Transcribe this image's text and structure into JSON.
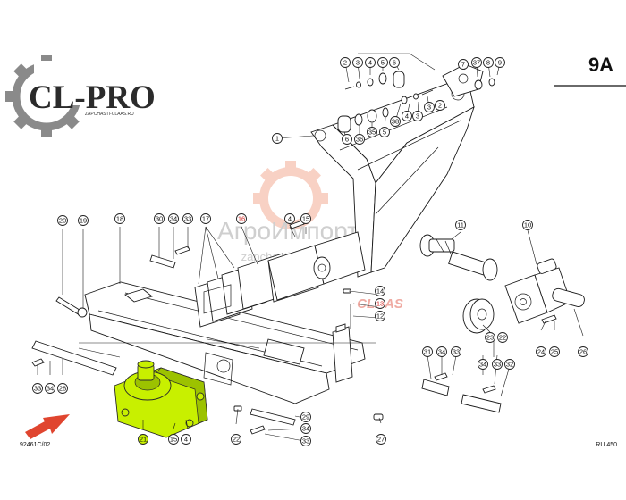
{
  "page_label": "9A",
  "figure_code": "92461C/02",
  "ref_code": "RU 450",
  "logo": {
    "brand": "CL-PRO",
    "site": "ZAPCHASTI-CLAAS.RU"
  },
  "watermark": {
    "brand": "АгроИмпорт",
    "site": "zapchasti-claas.ru",
    "claas": "CLAAS"
  },
  "colors": {
    "highlight": "#c8f000",
    "callout_red": "#d0231f",
    "arrow": "#e0452f",
    "logo_gear": "#8a8a8a",
    "logo_text": "#2b2b2b"
  },
  "callouts": {
    "c01": "2",
    "c02": "3",
    "c03": "4",
    "c04": "5",
    "c05": "6",
    "c06": "7",
    "c07": "37",
    "c08": "8",
    "c09": "9",
    "c10": "3",
    "c11": "2",
    "c12": "6",
    "c13": "36",
    "c14": "35",
    "c15": "5",
    "c16": "38",
    "c17": "4",
    "c18": "3",
    "c19": "2",
    "c20": "1",
    "c21": "20",
    "c22": "19",
    "c23": "18",
    "c24": "30",
    "c25": "34",
    "c26": "33",
    "c27": "17",
    "c28": "16",
    "c29": "4",
    "c30": "15",
    "c31": "11",
    "c32": "10",
    "c33": "14",
    "c34": "13",
    "c35": "12",
    "c36": "23",
    "c37": "22",
    "c38": "24",
    "c39": "25",
    "c40": "26",
    "c41": "31",
    "c42": "34",
    "c43": "33",
    "c44": "34",
    "c45": "33",
    "c46": "32",
    "c47": "33",
    "c48": "34",
    "c49": "28",
    "c50": "21",
    "c51": "15",
    "c52": "4",
    "c53": "22",
    "c54": "29",
    "c55": "34",
    "c56": "33",
    "c57": "27"
  }
}
